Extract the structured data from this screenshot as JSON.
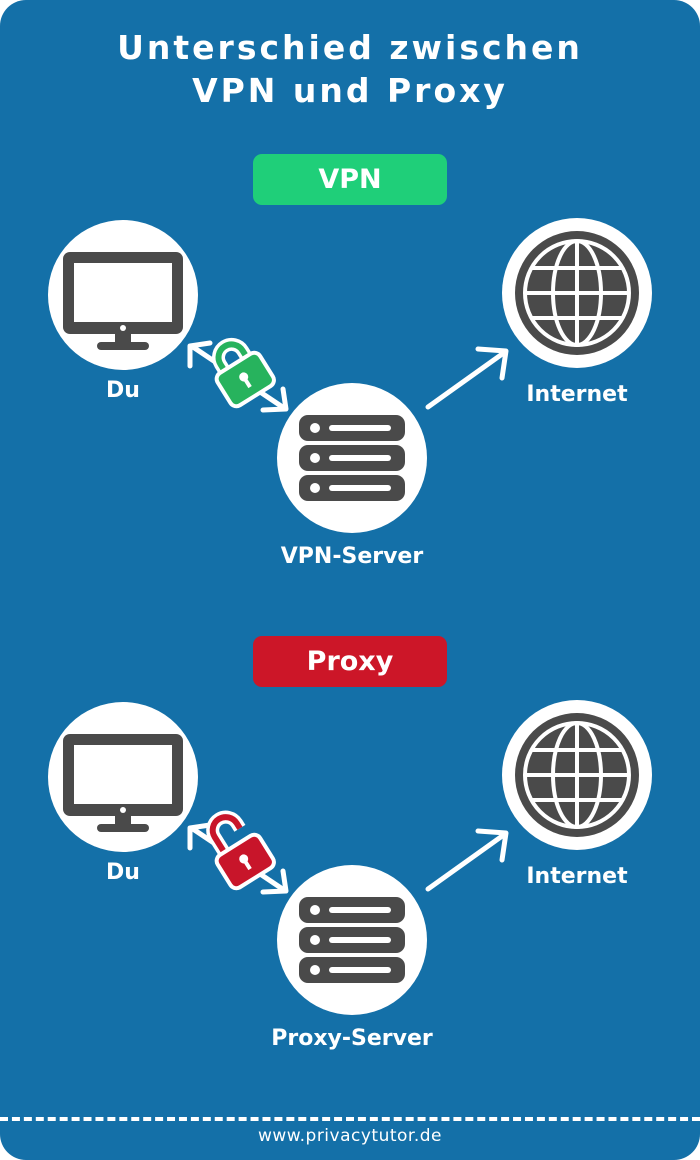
{
  "title": {
    "line1": "Unterschied zwischen",
    "line2": "VPN und Proxy"
  },
  "colors": {
    "background": "#1470a8",
    "vpn_badge": "#1fcf79",
    "proxy_badge": "#cc1628",
    "icon": "#4a4a4a",
    "lock_closed": "#27b35d",
    "lock_open": "#c8152a"
  },
  "vpn": {
    "badge": "VPN",
    "client_label": "Du",
    "server_label": "VPN-Server",
    "internet_label": "Internet",
    "client_icon": "monitor-icon",
    "server_icon": "server-icon",
    "internet_icon": "globe-icon",
    "lock_icon": "lock-closed-icon"
  },
  "proxy": {
    "badge": "Proxy",
    "client_label": "Du",
    "server_label": "Proxy-Server",
    "internet_label": "Internet",
    "client_icon": "monitor-icon",
    "server_icon": "server-icon",
    "internet_icon": "globe-icon",
    "lock_icon": "lock-open-icon"
  },
  "footer": "www.privacytutor.de"
}
